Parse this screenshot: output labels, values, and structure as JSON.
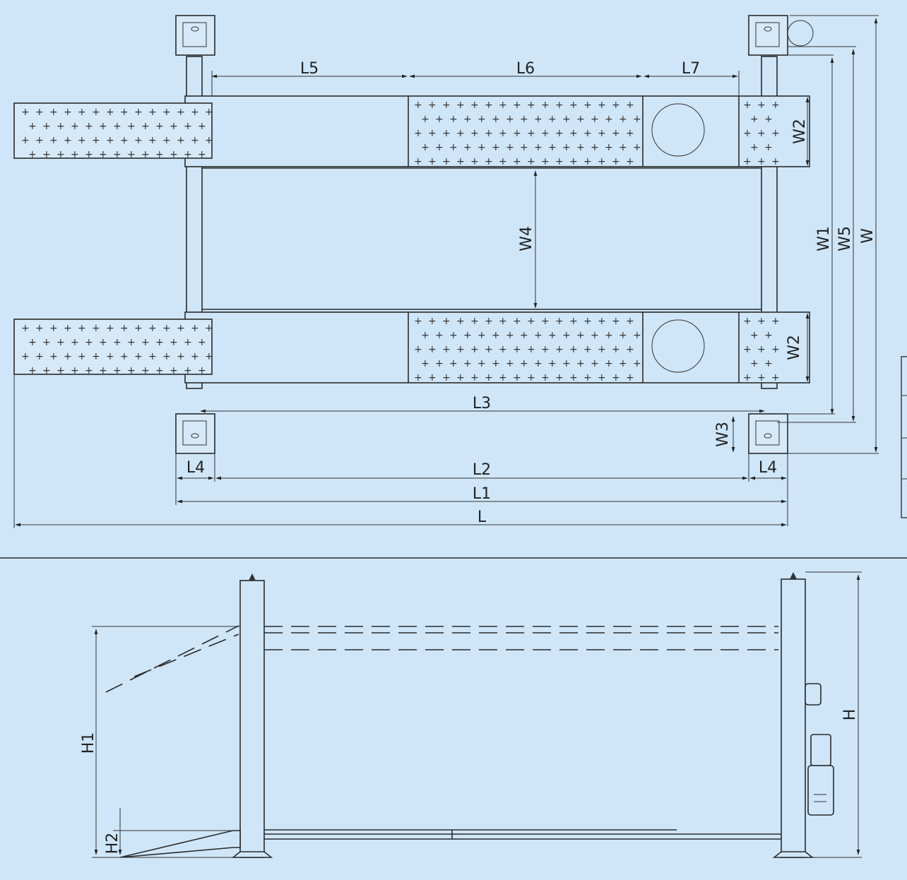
{
  "top_view": {
    "dims": {
      "L": "L",
      "L1": "L1",
      "L2": "L2",
      "L3": "L3",
      "L4": "L4",
      "L5": "L5",
      "L6": "L6",
      "L7": "L7",
      "W": "W",
      "W1": "W1",
      "W2": "W2",
      "W3": "W3",
      "W4": "W4",
      "W5": "W5"
    }
  },
  "side_view": {
    "dims": {
      "H": "H",
      "H1": "H1",
      "H2": "H2"
    }
  }
}
